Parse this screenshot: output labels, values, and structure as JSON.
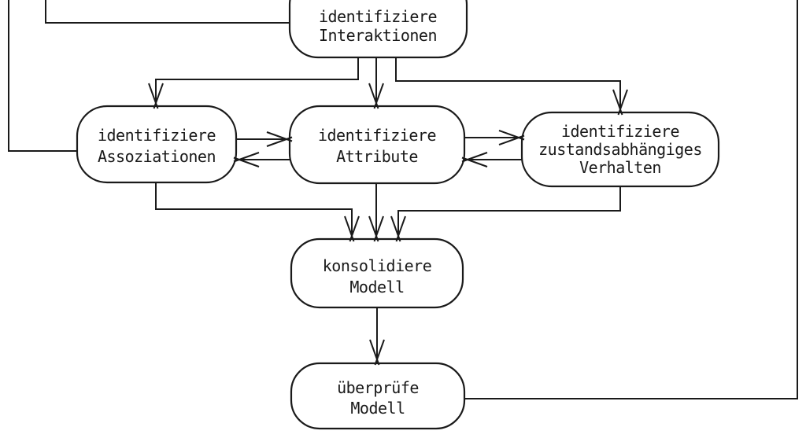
{
  "diagram": {
    "type": "flowchart",
    "language": "de",
    "colors": {
      "background": "#ffffff",
      "stroke": "#1a1a1a"
    },
    "nodes": {
      "interaktionen": {
        "line1": "identifiziere",
        "line2": "Interaktionen"
      },
      "assoziationen": {
        "line1": "identifiziere",
        "line2": "Assoziationen"
      },
      "attribute": {
        "line1": "identifiziere",
        "line2": "Attribute"
      },
      "verhalten": {
        "line1": "identifiziere",
        "line2": "zustandsabhängiges",
        "line3": "Verhalten"
      },
      "konsolidiere": {
        "line1": "konsolidiere",
        "line2": "Modell"
      },
      "ueberpruefe": {
        "line1": "überprüfe",
        "line2": "Modell"
      }
    }
  }
}
